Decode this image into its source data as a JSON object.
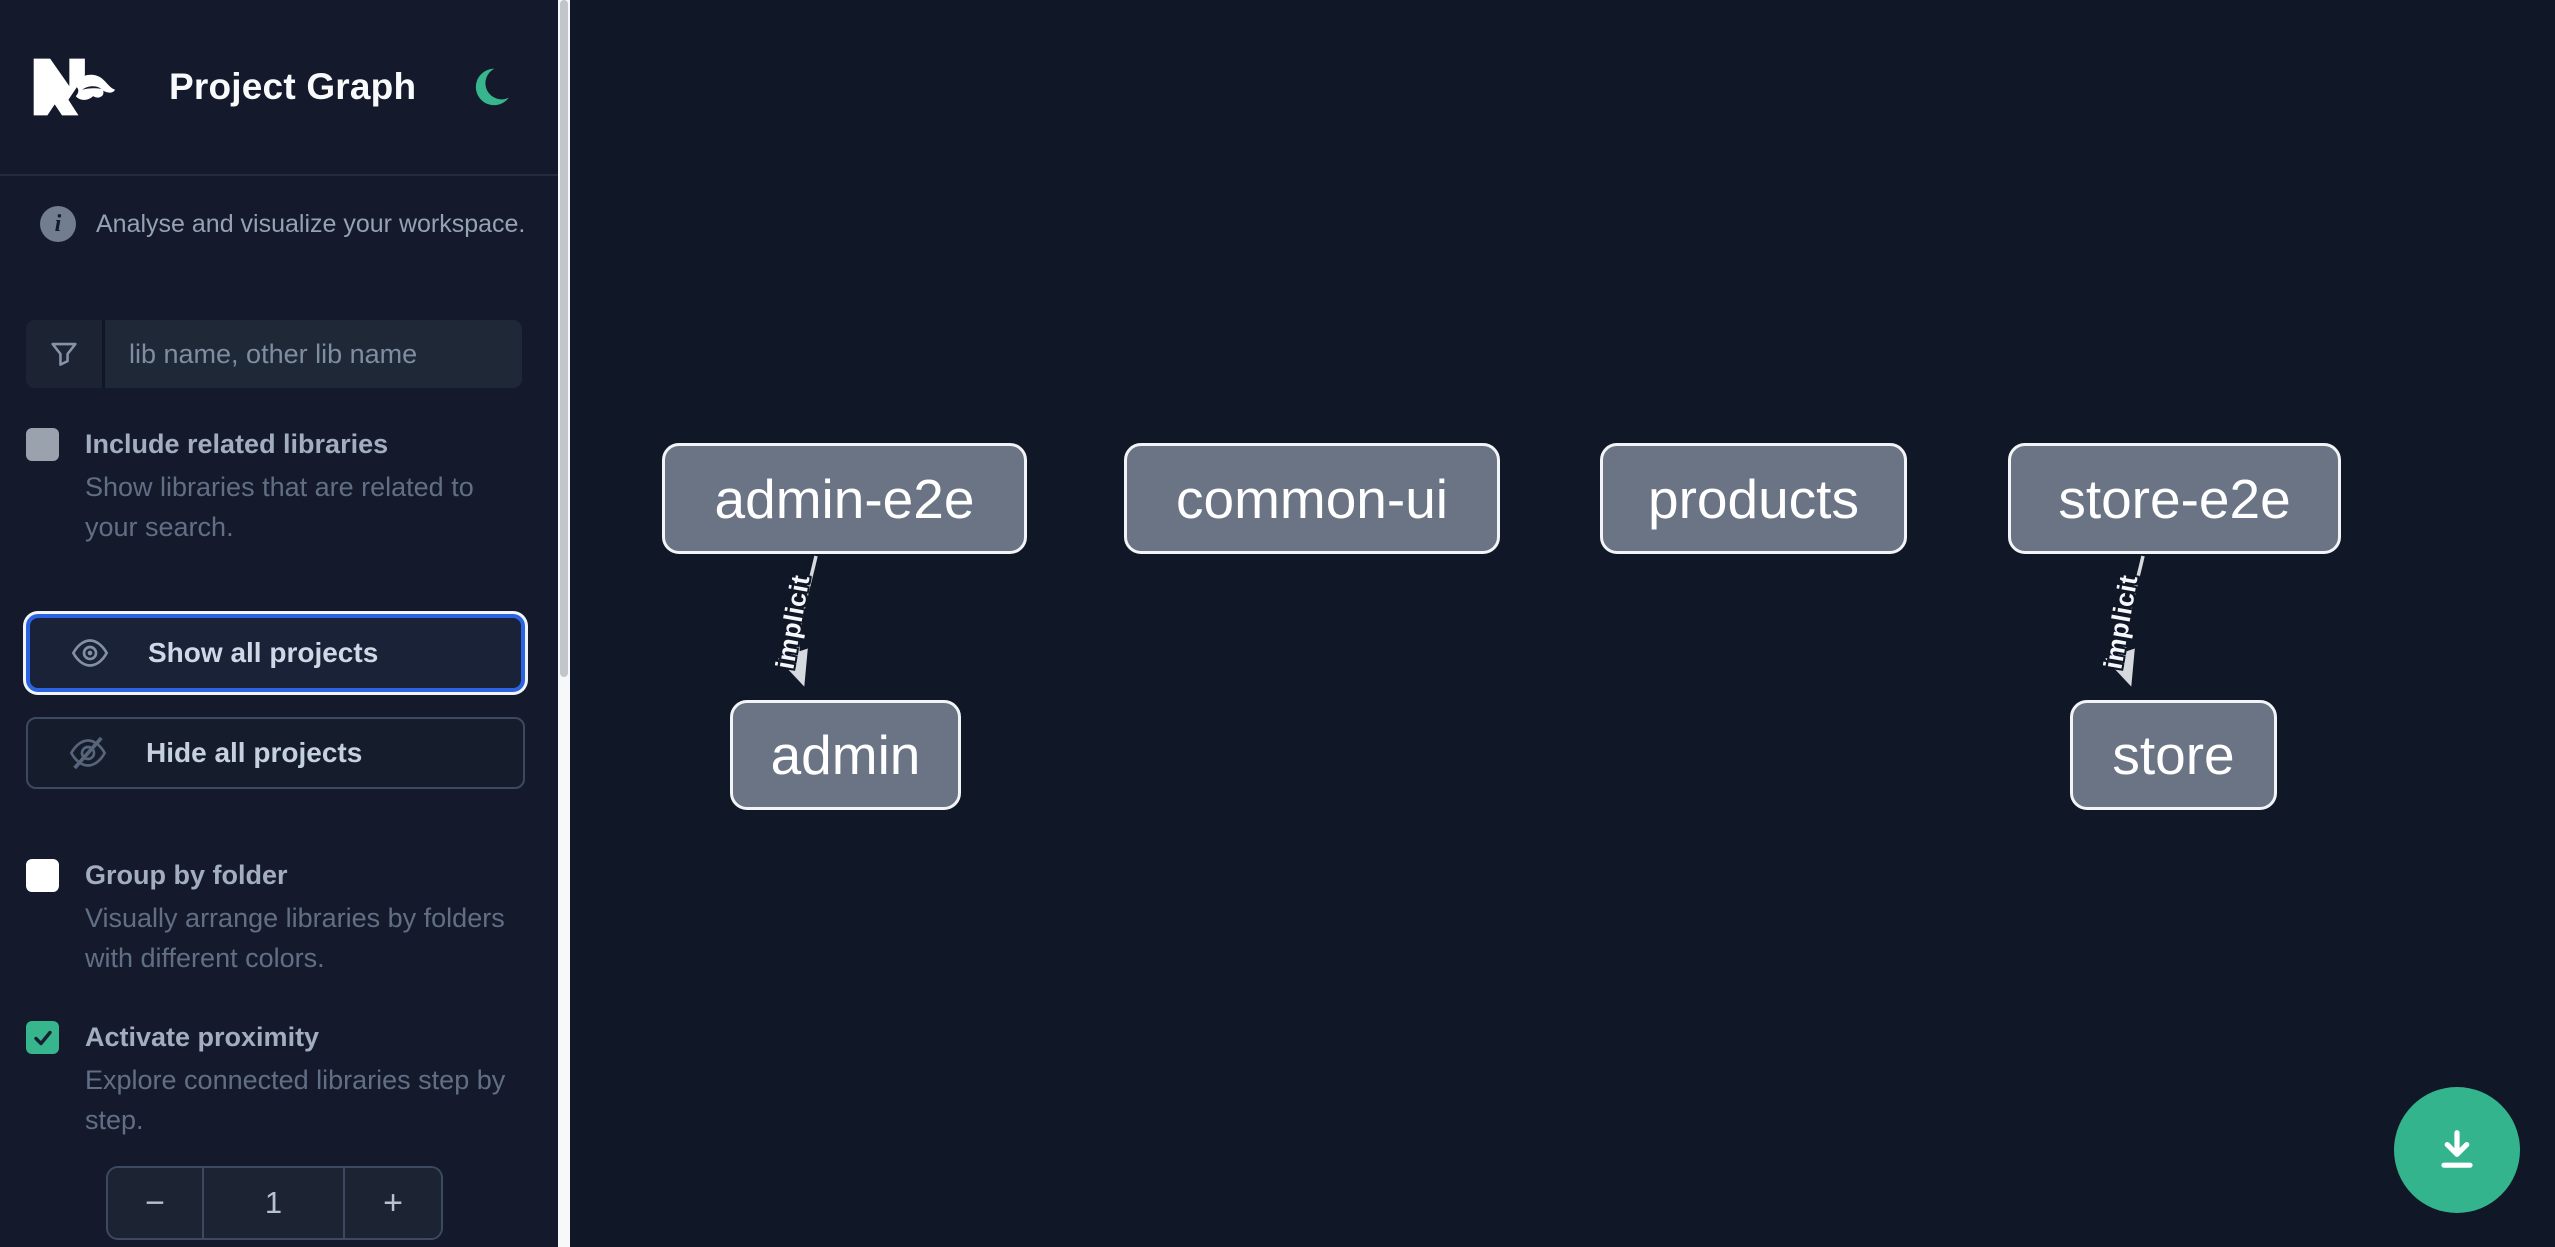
{
  "header": {
    "title": "Project Graph"
  },
  "icons": {
    "info_glyph": "i"
  },
  "sidebar": {
    "tagline": "Analyse and visualize your workspace.",
    "search": {
      "placeholder": "lib name, other lib name"
    },
    "options": [
      {
        "label": "Include related libraries",
        "description": "Show libraries that are related to your search.",
        "checked": false
      },
      {
        "label": "Group by folder",
        "description": "Visually arrange libraries by folders with different colors.",
        "checked": false
      },
      {
        "label": "Activate proximity",
        "description": "Explore connected libraries step by step.",
        "checked": true
      }
    ],
    "actions": {
      "show_all": "Show all projects",
      "hide_all": "Hide all projects"
    },
    "stepper": {
      "decrement": "−",
      "value": "1",
      "increment": "+"
    }
  },
  "graph": {
    "nodes": [
      {
        "id": "admin-e2e",
        "label": "admin-e2e"
      },
      {
        "id": "common-ui",
        "label": "common-ui"
      },
      {
        "id": "products",
        "label": "products"
      },
      {
        "id": "store-e2e",
        "label": "store-e2e"
      },
      {
        "id": "admin",
        "label": "admin"
      },
      {
        "id": "store",
        "label": "store"
      }
    ],
    "edges": [
      {
        "source": "admin-e2e",
        "target": "admin",
        "label": "implicit",
        "type": "implicit"
      },
      {
        "source": "store-e2e",
        "target": "store",
        "label": "implicit",
        "type": "implicit"
      }
    ]
  },
  "fab": {
    "icon": "download-icon"
  },
  "colors": {
    "accent_green": "#34b48c",
    "focus_blue": "#2b63e1",
    "node_fill": "#6b7484",
    "node_border": "#f2f4f7",
    "sidebar_bg": "#141a2b",
    "canvas_bg": "#101726"
  }
}
